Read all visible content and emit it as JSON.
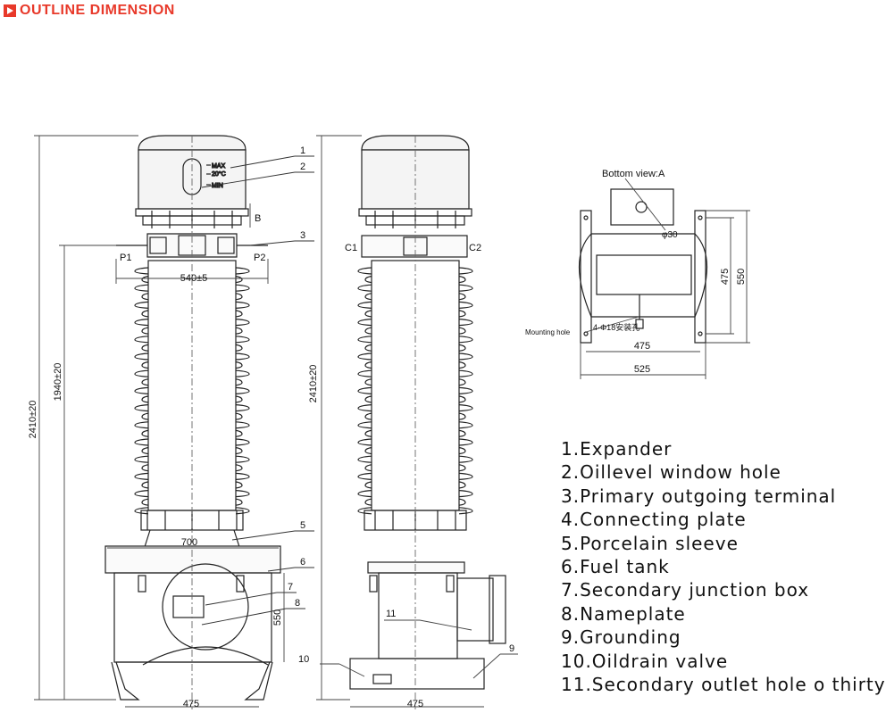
{
  "header": {
    "title": "OUTLINE DIMENSION",
    "accent": "#e8392a"
  },
  "front_view": {
    "dim_total_height": "2410±20",
    "dim_terminal_height": "1940±20",
    "dim_terminal_spacing": "540±5",
    "dim_tank_width": "700",
    "dim_tank_height": "550",
    "dim_base_width": "475",
    "terminal_left": "P1",
    "terminal_right": "P2",
    "view_arrow": "B",
    "level_max": "MAX",
    "level_mid": "20°C",
    "level_min": "MIN",
    "callouts": [
      "1",
      "2",
      "3",
      "5",
      "6",
      "7",
      "8"
    ]
  },
  "side_view": {
    "dim_total_height": "2410±20",
    "dim_base_width": "475",
    "terminal_left": "C1",
    "terminal_right": "C2",
    "callouts": [
      "9",
      "10",
      "11"
    ]
  },
  "bottom_view": {
    "title": "Bottom view:A",
    "dim_hole": "φ30",
    "mounting_label": "Mounting hole",
    "mounting_spec": "4-Φ18安装孔",
    "dim_inner_width": "475",
    "dim_outer_width": "525",
    "dim_inner_depth": "475",
    "dim_outer_depth": "550"
  },
  "legend": [
    "1.Expander",
    "2.Oillevel window hole",
    "3.Primary outgoing terminal",
    "4.Connecting plate",
    "5.Porcelain sleeve",
    "6.Fuel tank",
    "7.Secondary junction box",
    "8.Nameplate",
    "9.Grounding",
    "10.Oildrain valve",
    "11.Secondary outlet hole o thirty"
  ]
}
